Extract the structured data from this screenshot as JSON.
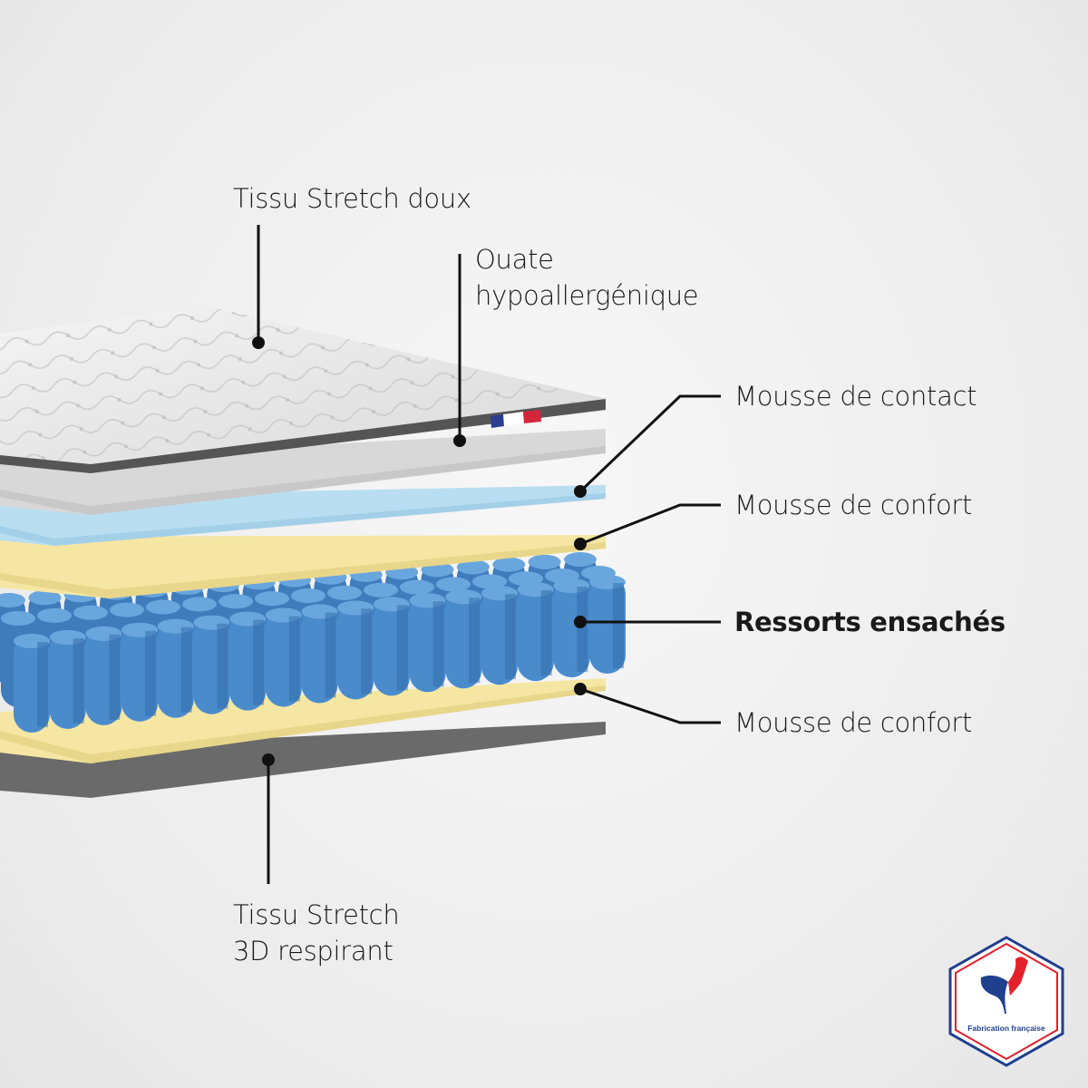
{
  "labels": {
    "top_fabric": "Tissu Stretch doux",
    "wadding_line1": "Ouate",
    "wadding_line2": "hypoallergénique",
    "contact_foam": "Mousse de contact",
    "comfort_foam_top": "Mousse de confort",
    "pocket_springs": "Ressorts ensachés",
    "comfort_foam_bottom": "Mousse de confort",
    "bottom_fabric_line1": "Tissu Stretch",
    "bottom_fabric_line2": "3D respirant"
  },
  "badge": {
    "text": "Fabrication française"
  },
  "colors": {
    "quilted_top": "#e4e4e4",
    "wadding": "#d6d6d6",
    "contact_foam": "#b9def2",
    "comfort_foam": "#f5e7a3",
    "springs": "#4e8fd0",
    "bottom_fabric": "#6a6a6a",
    "badge_blue": "#1f3f8f",
    "badge_red": "#e4202a"
  }
}
